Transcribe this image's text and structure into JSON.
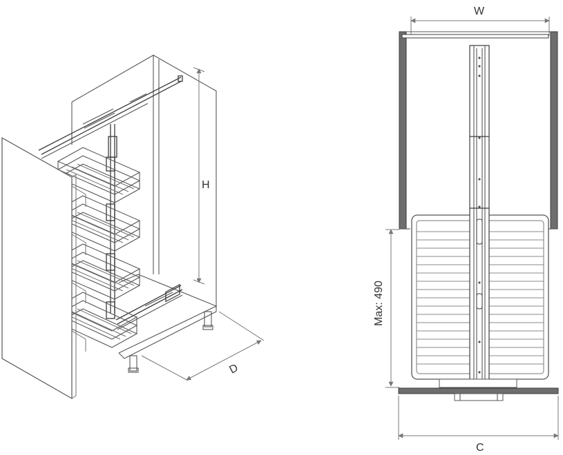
{
  "labels": {
    "height": "H",
    "depth": "D",
    "width": "W",
    "max_extension": "Max: 490",
    "cabinet_width": "C"
  },
  "colors": {
    "cabinet_side": "#6e6e6e",
    "line": "#555555",
    "dimension": "#777777"
  }
}
